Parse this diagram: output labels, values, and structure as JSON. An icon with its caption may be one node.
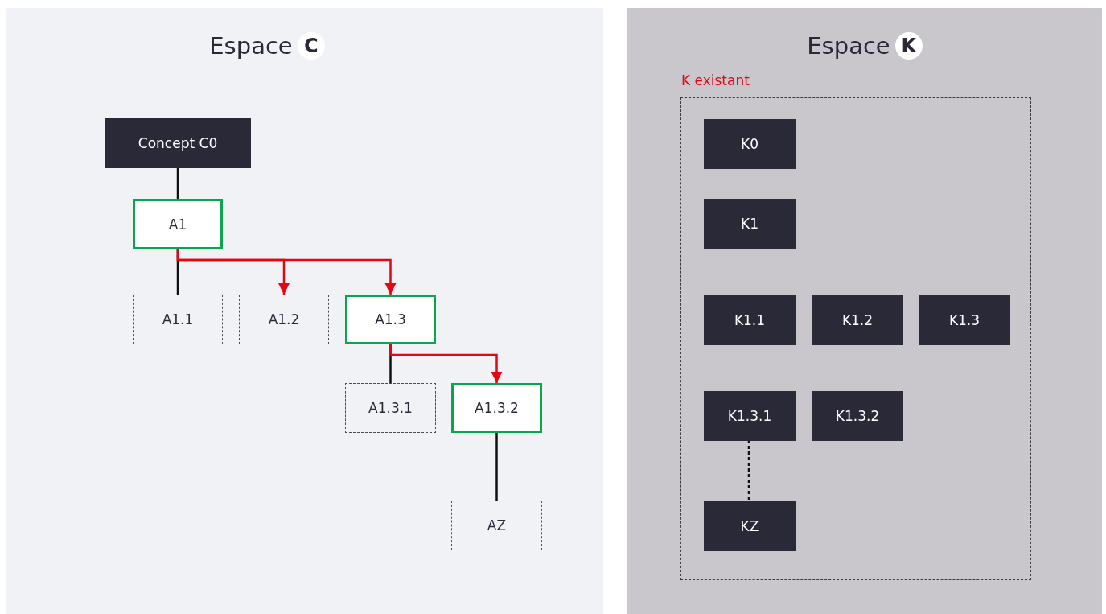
{
  "diagram": {
    "nodes": [
      {
        "text": [
          "Espace",
          "C"
        ]
      },
      {
        "text": [
          "Espace",
          "K"
        ]
      },
      {
        "text": [
          "Concept C0"
        ],
        "in": 0
      },
      {
        "text": [
          "A1"
        ],
        "in": 0
      },
      {
        "text": [
          "A1.1"
        ],
        "in": 0
      },
      {
        "text": [
          "A1.2"
        ],
        "in": 0
      },
      {
        "text": [
          "A1.3"
        ],
        "in": 0
      },
      {
        "text": [
          "A1.3.1"
        ],
        "in": 0
      },
      {
        "text": [
          "A1.3.2"
        ],
        "in": 0
      },
      {
        "text": [
          "AZ"
        ],
        "in": 0
      },
      {
        "text": [
          "K existant"
        ],
        "in": 1
      },
      {
        "text": [
          "K0"
        ],
        "in": 10
      },
      {
        "text": [
          "K1"
        ],
        "in": 10
      },
      {
        "text": [
          "K1.1"
        ],
        "in": 10
      },
      {
        "text": [
          "K1.2"
        ],
        "in": 10
      },
      {
        "text": [
          "K1.3"
        ],
        "in": 10
      },
      {
        "text": [
          "K1.3.1"
        ],
        "in": 10
      },
      {
        "text": [
          "K1.3.2"
        ],
        "in": 10
      },
      {
        "text": [
          "KZ"
        ],
        "in": 10
      }
    ],
    "edges": [
      {
        "from": 2,
        "to": 3,
        "arrow": "none"
      },
      {
        "from": 3,
        "to": 4,
        "arrow": "none"
      },
      {
        "from": 3,
        "to": 5,
        "arrow": "to",
        "color": "#e30613"
      },
      {
        "from": 3,
        "to": 6,
        "arrow": "to",
        "color": "#e30613"
      },
      {
        "from": 6,
        "to": 7,
        "arrow": "none"
      },
      {
        "from": 6,
        "to": 8,
        "arrow": "to",
        "color": "#e30613"
      },
      {
        "from": 8,
        "to": 9,
        "arrow": "none"
      },
      {
        "from": 16,
        "to": 18,
        "arrow": "none",
        "style": "dashed"
      }
    ]
  }
}
